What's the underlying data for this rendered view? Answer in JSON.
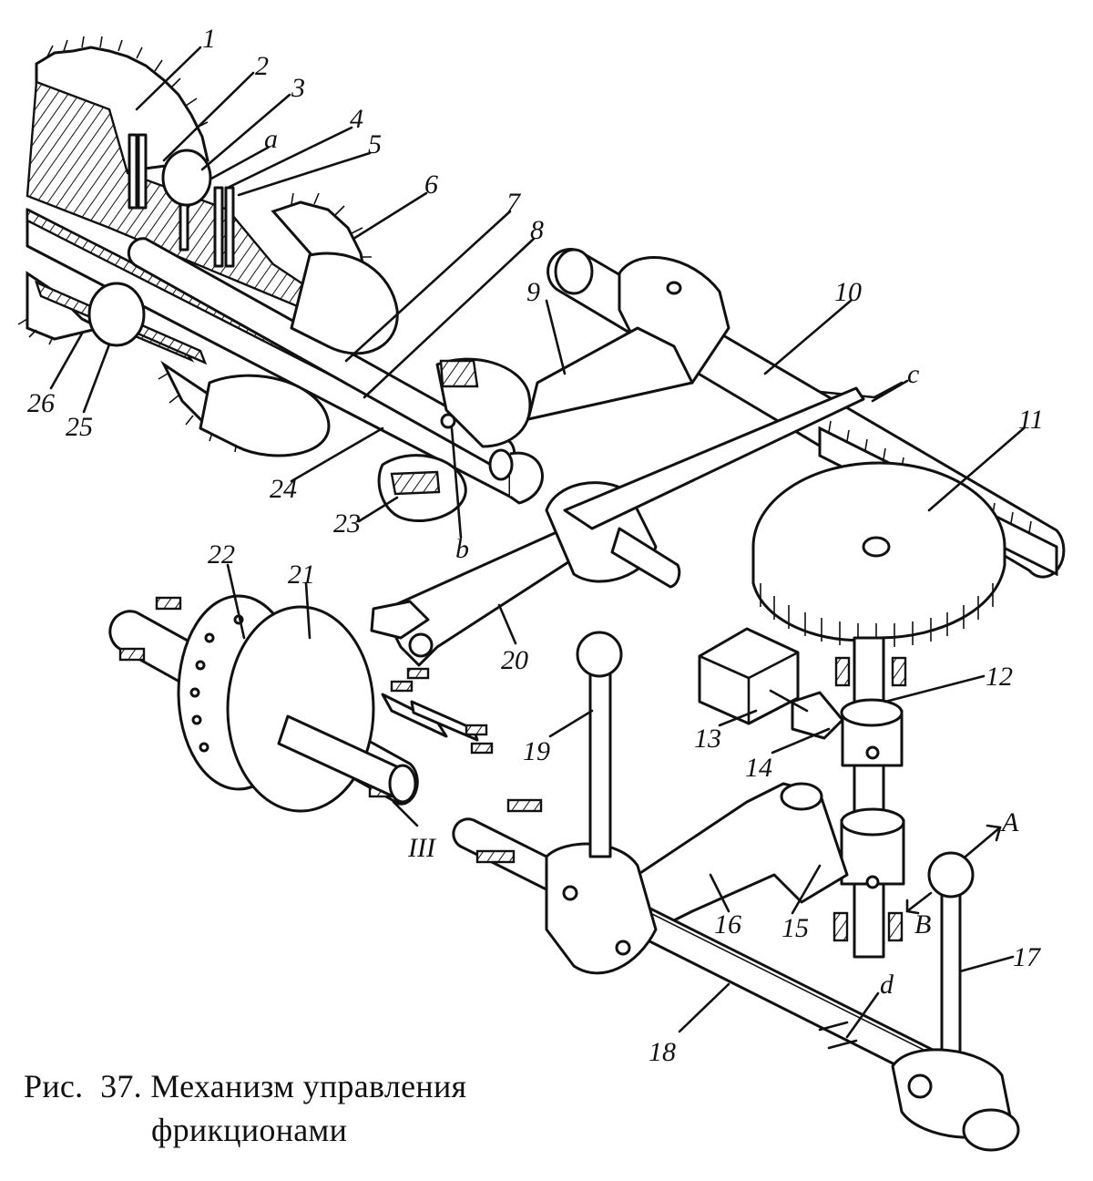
{
  "caption": {
    "prefix": "Рис.",
    "number": "37.",
    "line1": "Механизм управления",
    "line2": "фрикционами"
  },
  "labels": {
    "n1": "1",
    "n2": "2",
    "n3": "3",
    "n4": "4",
    "n5": "5",
    "n6": "6",
    "n7": "7",
    "n8": "8",
    "n9": "9",
    "n10": "10",
    "n11": "11",
    "n12": "12",
    "n13": "13",
    "n14": "14",
    "n15": "15",
    "n16": "16",
    "n17": "17",
    "n18": "18",
    "n19": "19",
    "n20": "20",
    "n21": "21",
    "n22": "22",
    "n23": "23",
    "n24": "24",
    "n25": "25",
    "n26": "26",
    "a": "a",
    "b": "b",
    "c": "c",
    "d": "d",
    "A": "A",
    "B": "B",
    "III": "III"
  }
}
